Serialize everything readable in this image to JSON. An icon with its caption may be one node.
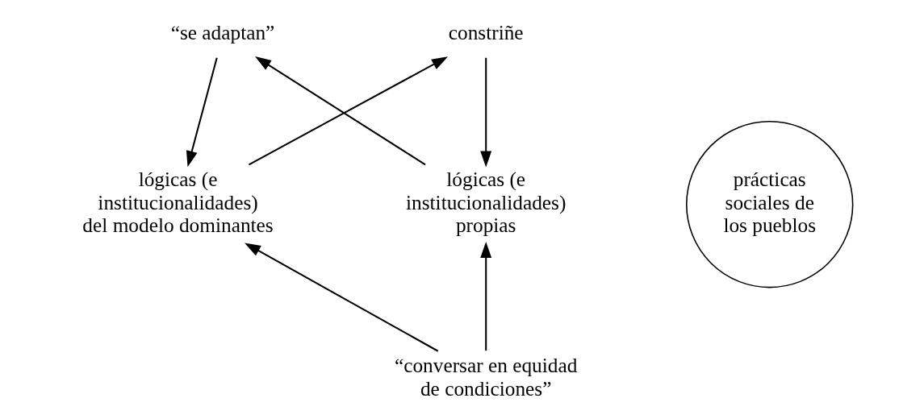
{
  "diagram": {
    "nodes": [
      {
        "text": [
          "“se adaptan”"
        ]
      },
      {
        "text": [
          "constriñe"
        ]
      },
      {
        "text": [
          "lógicas (e institucionalidades) propias"
        ]
      },
      {
        "text": [
          "prácticas sociales de los pueblos"
        ]
      },
      {
        "text": [
          "lógicas (e institucionalidades) del modelo dominantes"
        ]
      },
      {
        "text": [
          "“conversar en equidad de condiciones”"
        ]
      }
    ],
    "edges": [
      {
        "from": 2,
        "to": 0,
        "arrow": "to"
      },
      {
        "from": 0,
        "to": 4,
        "arrow": "to"
      },
      {
        "from": 1,
        "to": 2,
        "arrow": "to"
      },
      {
        "from": 4,
        "to": 1,
        "arrow": "to"
      },
      {
        "from": 5,
        "to": 2,
        "arrow": "to"
      },
      {
        "from": 5,
        "to": 4,
        "arrow": "to"
      }
    ]
  }
}
